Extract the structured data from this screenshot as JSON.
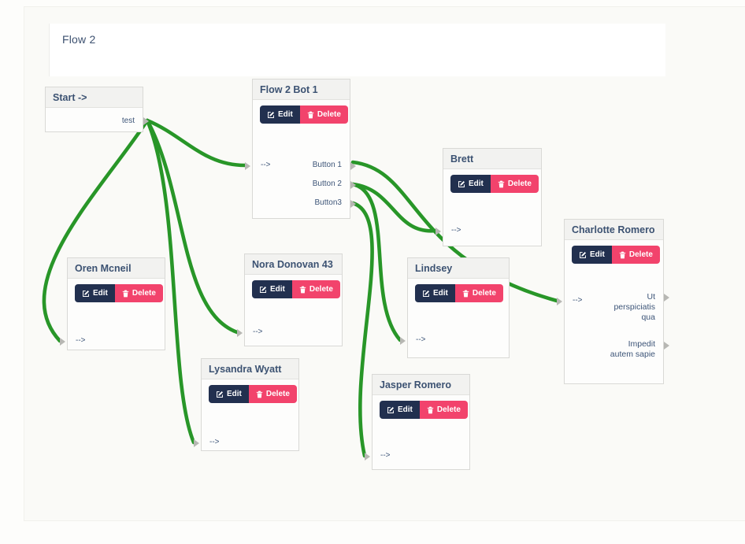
{
  "page": {
    "title": "Flow 2"
  },
  "buttons": {
    "edit": "Edit",
    "delete": "Delete"
  },
  "nodes": {
    "start": {
      "title": "Start ->",
      "outputs": [
        "test"
      ]
    },
    "bot": {
      "title": "Flow 2 Bot 1",
      "input": "-->",
      "outputs": [
        "Button 1",
        "Button 2",
        "Button3"
      ]
    },
    "brett": {
      "title": "Brett",
      "input": "-->"
    },
    "charlotte": {
      "title": "Charlotte Romero",
      "input": "-->",
      "outputs": [
        "Ut perspiciatis qua",
        "Impedit autem sapie"
      ]
    },
    "oren": {
      "title": "Oren Mcneil",
      "input": "-->"
    },
    "nora": {
      "title": "Nora Donovan 43",
      "input": "-->"
    },
    "lindsey": {
      "title": "Lindsey",
      "input": "-->"
    },
    "lysandra": {
      "title": "Lysandra Wyatt",
      "input": "-->"
    },
    "jasper": {
      "title": "Jasper Romero",
      "input": "-->"
    }
  },
  "colors": {
    "wire": "#289628",
    "edit_button": "#22304f",
    "delete_button": "#f2436c"
  },
  "connections": [
    {
      "from": "start/test",
      "to": "flow-2-bot-1/input"
    },
    {
      "from": "start/test",
      "to": "oren-mcneil/input"
    },
    {
      "from": "start/test",
      "to": "nora-donovan-43/input"
    },
    {
      "from": "start/test",
      "to": "lysandra-wyatt/input"
    },
    {
      "from": "flow-2-bot-1/button-1",
      "to": "charlotte-romero/input"
    },
    {
      "from": "flow-2-bot-1/button-2",
      "to": "brett/input"
    },
    {
      "from": "flow-2-bot-1/button-2",
      "to": "lindsey/input"
    },
    {
      "from": "flow-2-bot-1/button-3",
      "to": "jasper-romero/input"
    }
  ]
}
